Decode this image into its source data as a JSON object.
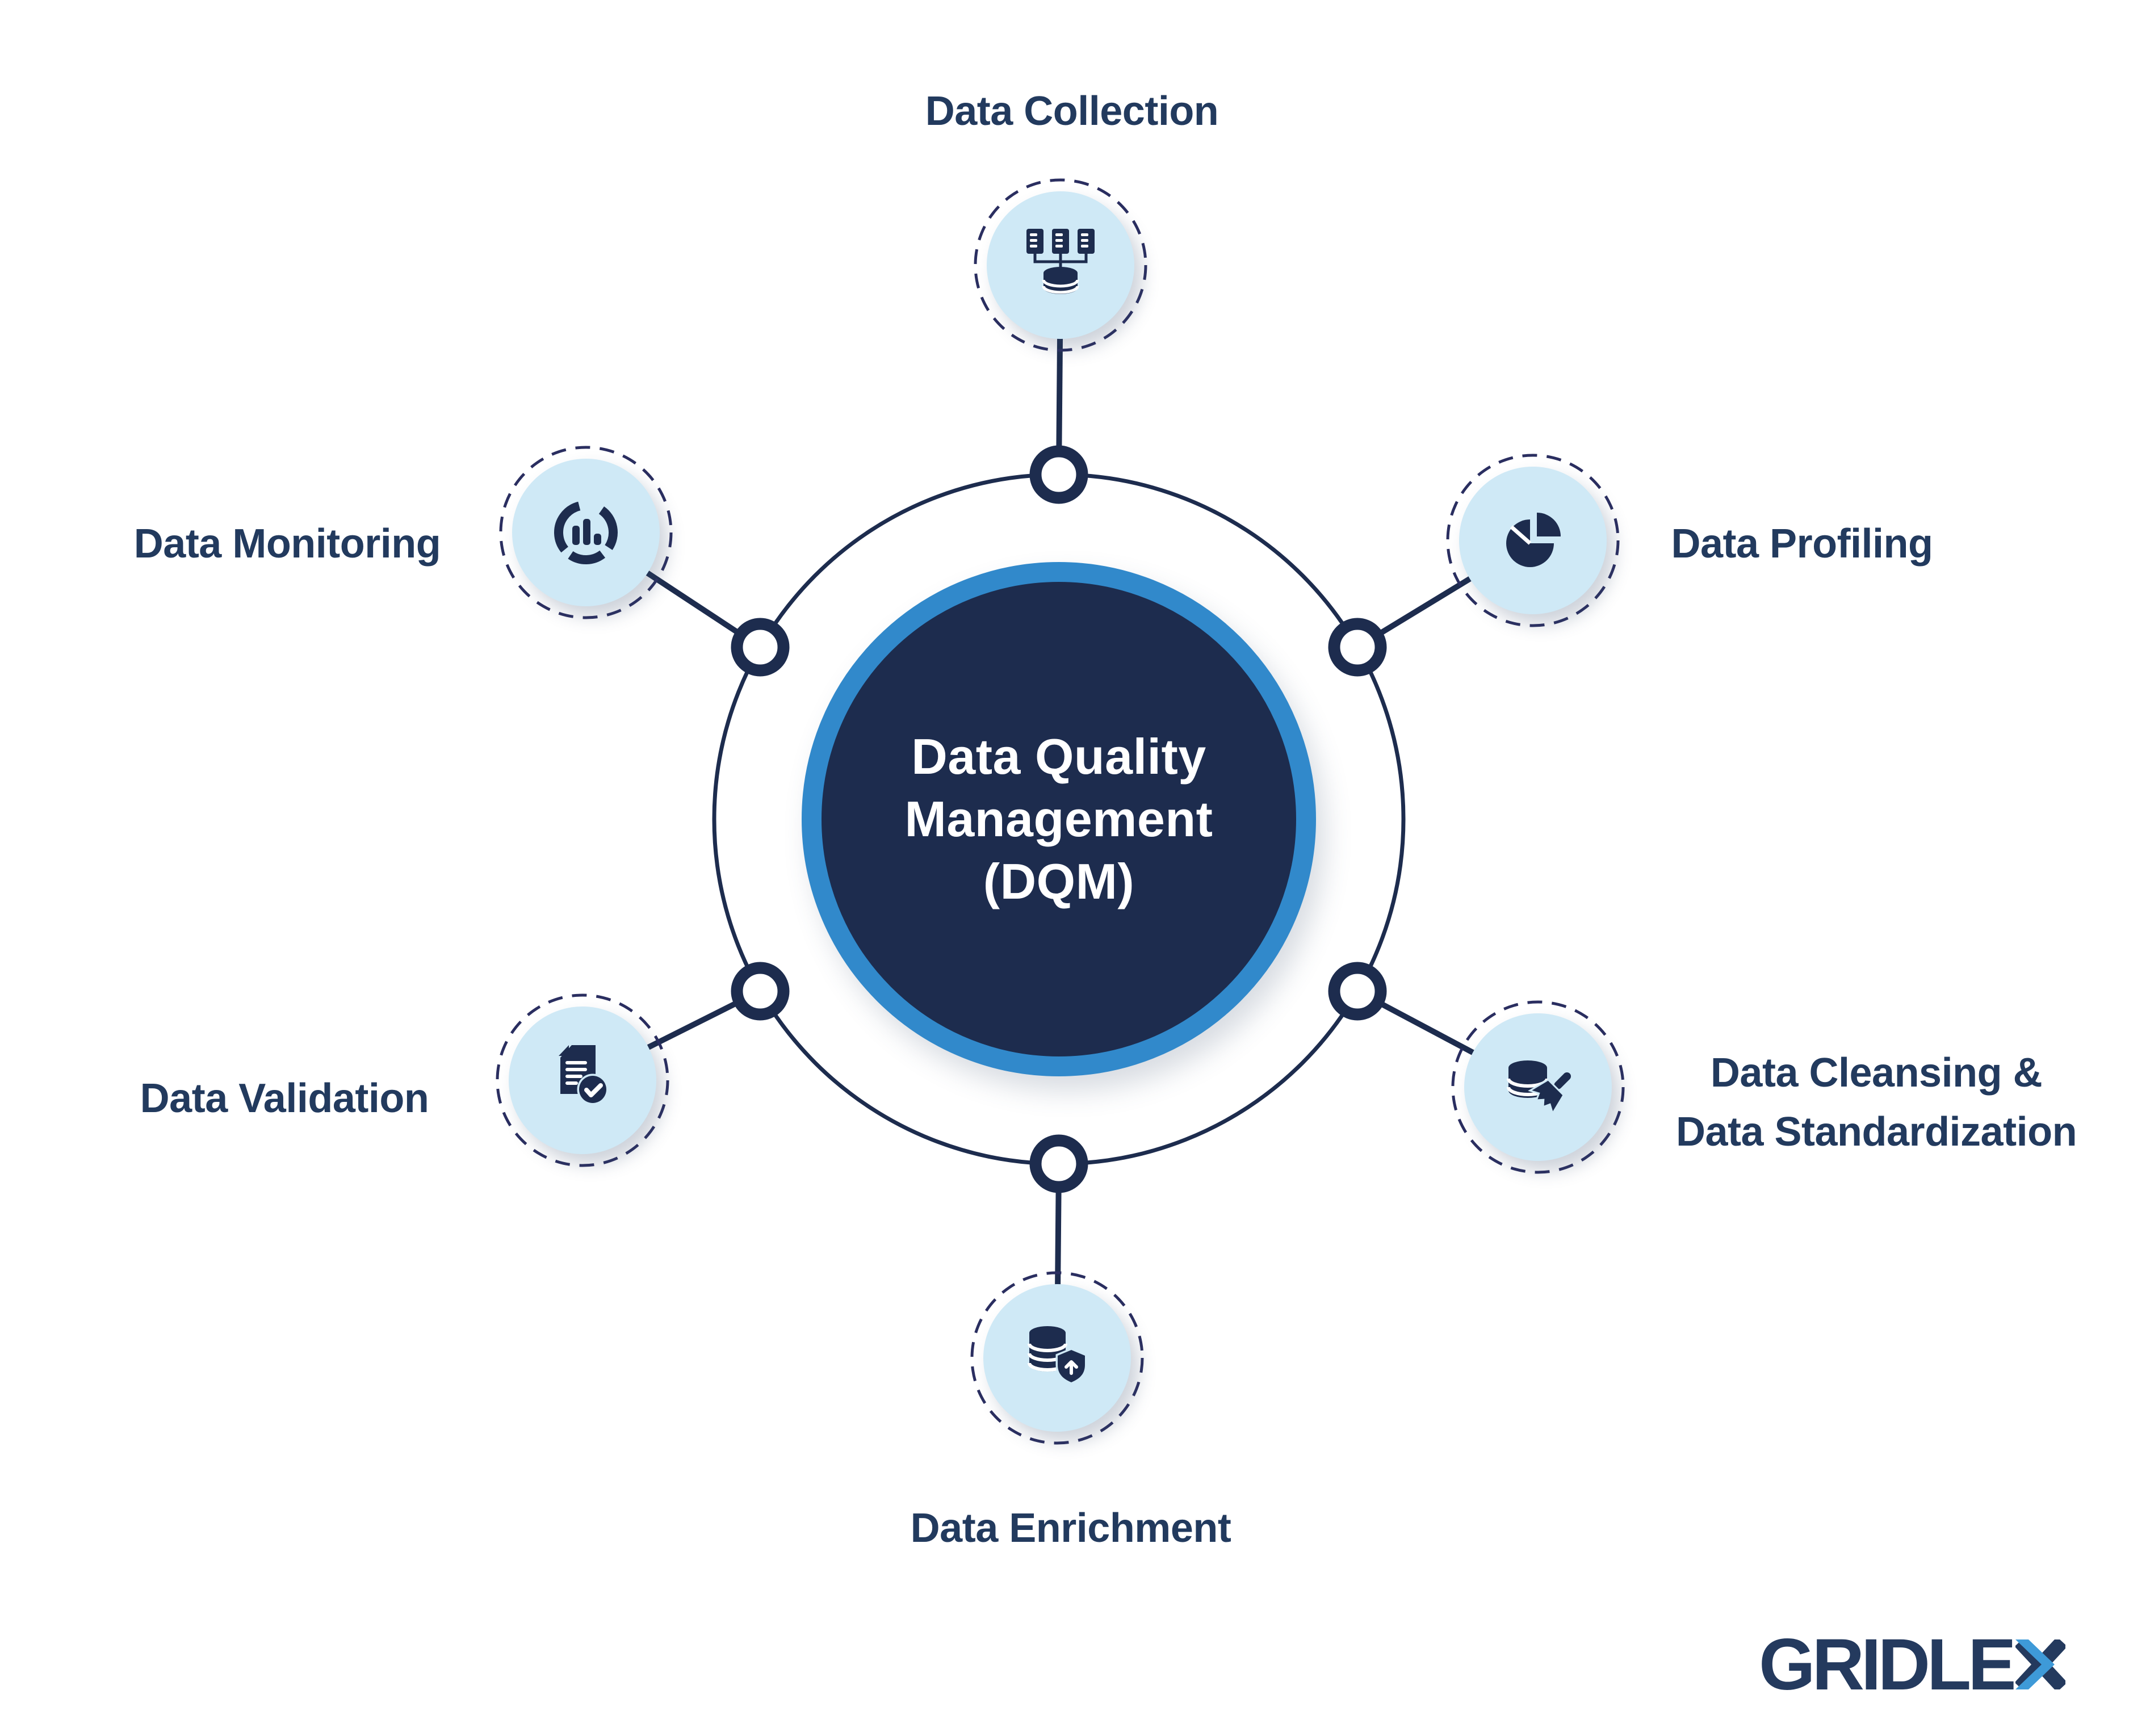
{
  "diagram": {
    "center": {
      "title_line1": "Data Quality",
      "title_line2": "Management",
      "title_line3": "(DQM)"
    },
    "nodes": {
      "collection": {
        "label": "Data Collection",
        "icon": "servers-database-icon"
      },
      "profiling": {
        "label": "Data Profiling",
        "icon": "exploded-pie-chart-icon"
      },
      "cleansing": {
        "label_line1": "Data Cleansing &",
        "label_line2": "Data Standardization",
        "icon": "database-broom-icon"
      },
      "enrichment": {
        "label": "Data Enrichment",
        "icon": "database-shield-up-arrow-icon"
      },
      "validation": {
        "label": "Data Validation",
        "icon": "document-checkmark-icon"
      },
      "monitoring": {
        "label": "Data Monitoring",
        "icon": "segmented-donut-bar-chart-icon"
      }
    }
  },
  "logo": {
    "text_main": "GRIDLE",
    "text_x": "X"
  },
  "colors": {
    "navy": "#1d2c4e",
    "text_navy": "#223a5e",
    "ring_blue": "#3189cb",
    "node_blue": "#cfe9f6",
    "dash_navy": "#2a2e60",
    "logo_navy": "#243a5e",
    "logo_blue": "#3e9ad8",
    "background": "#ffffff"
  }
}
